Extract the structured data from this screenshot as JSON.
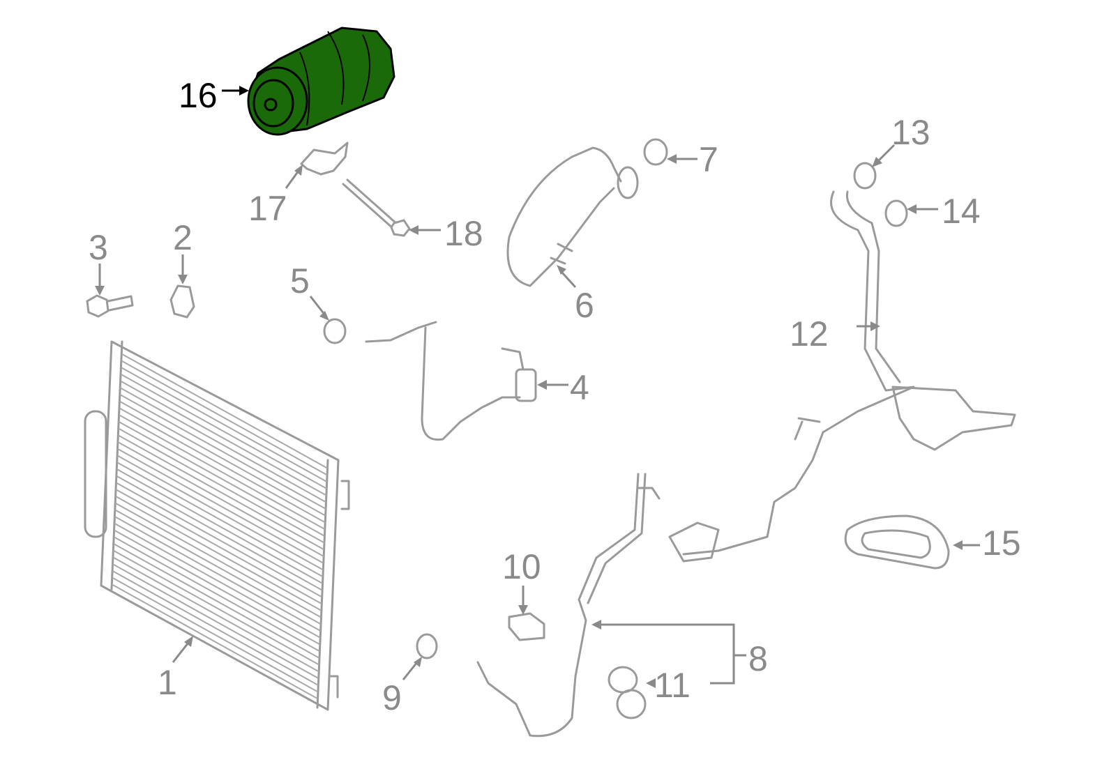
{
  "diagram": {
    "highlight_color": "#1a6a0a",
    "callouts": {
      "c1": "1",
      "c2": "2",
      "c3": "3",
      "c4": "4",
      "c5": "5",
      "c6": "6",
      "c7": "7",
      "c8": "8",
      "c9": "9",
      "c10": "10",
      "c11": "11",
      "c12": "12",
      "c13": "13",
      "c14": "14",
      "c15": "15",
      "c16": "16",
      "c17": "17",
      "c18": "18"
    },
    "highlighted_part": "16"
  }
}
